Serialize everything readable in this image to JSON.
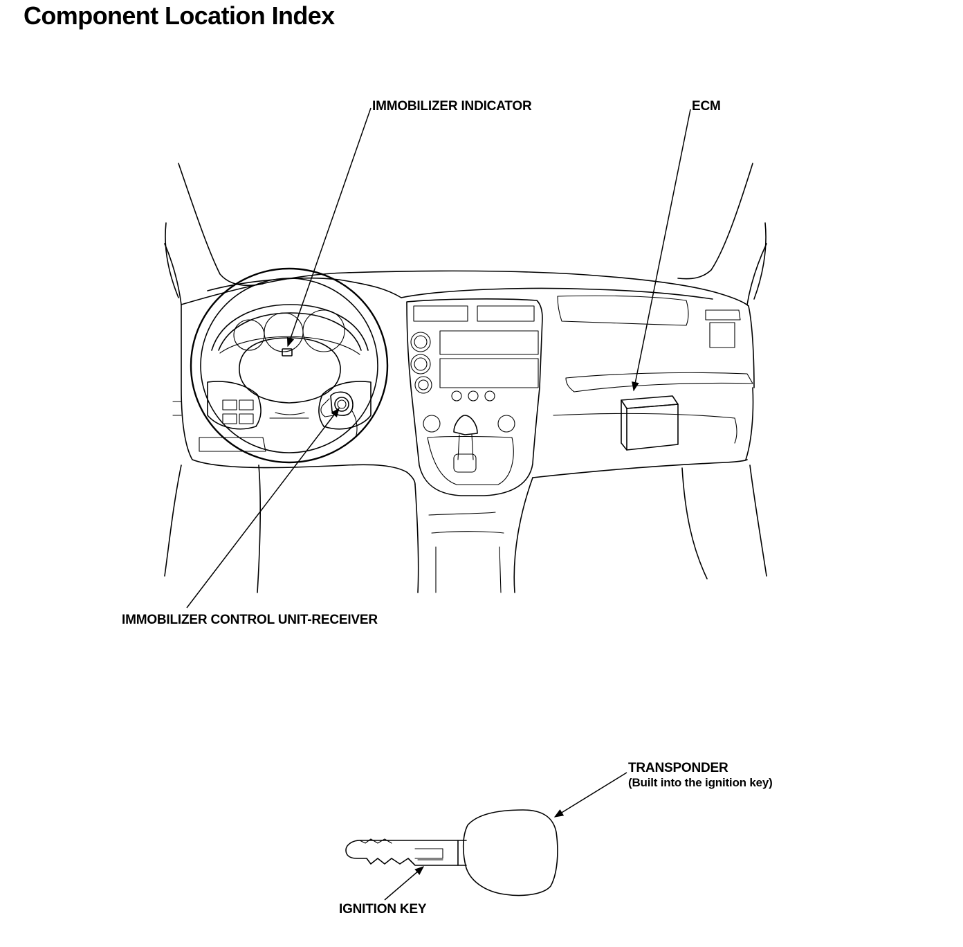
{
  "page": {
    "title": "Component Location Index"
  },
  "labels": {
    "immobilizer_indicator": "IMMOBILIZER INDICATOR",
    "ecm": "ECM",
    "immobilizer_control_unit_receiver": "IMMOBILIZER CONTROL UNIT-RECEIVER",
    "transponder": "TRANSPONDER",
    "transponder_note": "(Built into the ignition key)",
    "ignition_key": "IGNITION KEY"
  },
  "colors": {
    "ink": "#000000",
    "paper": "#ffffff"
  }
}
